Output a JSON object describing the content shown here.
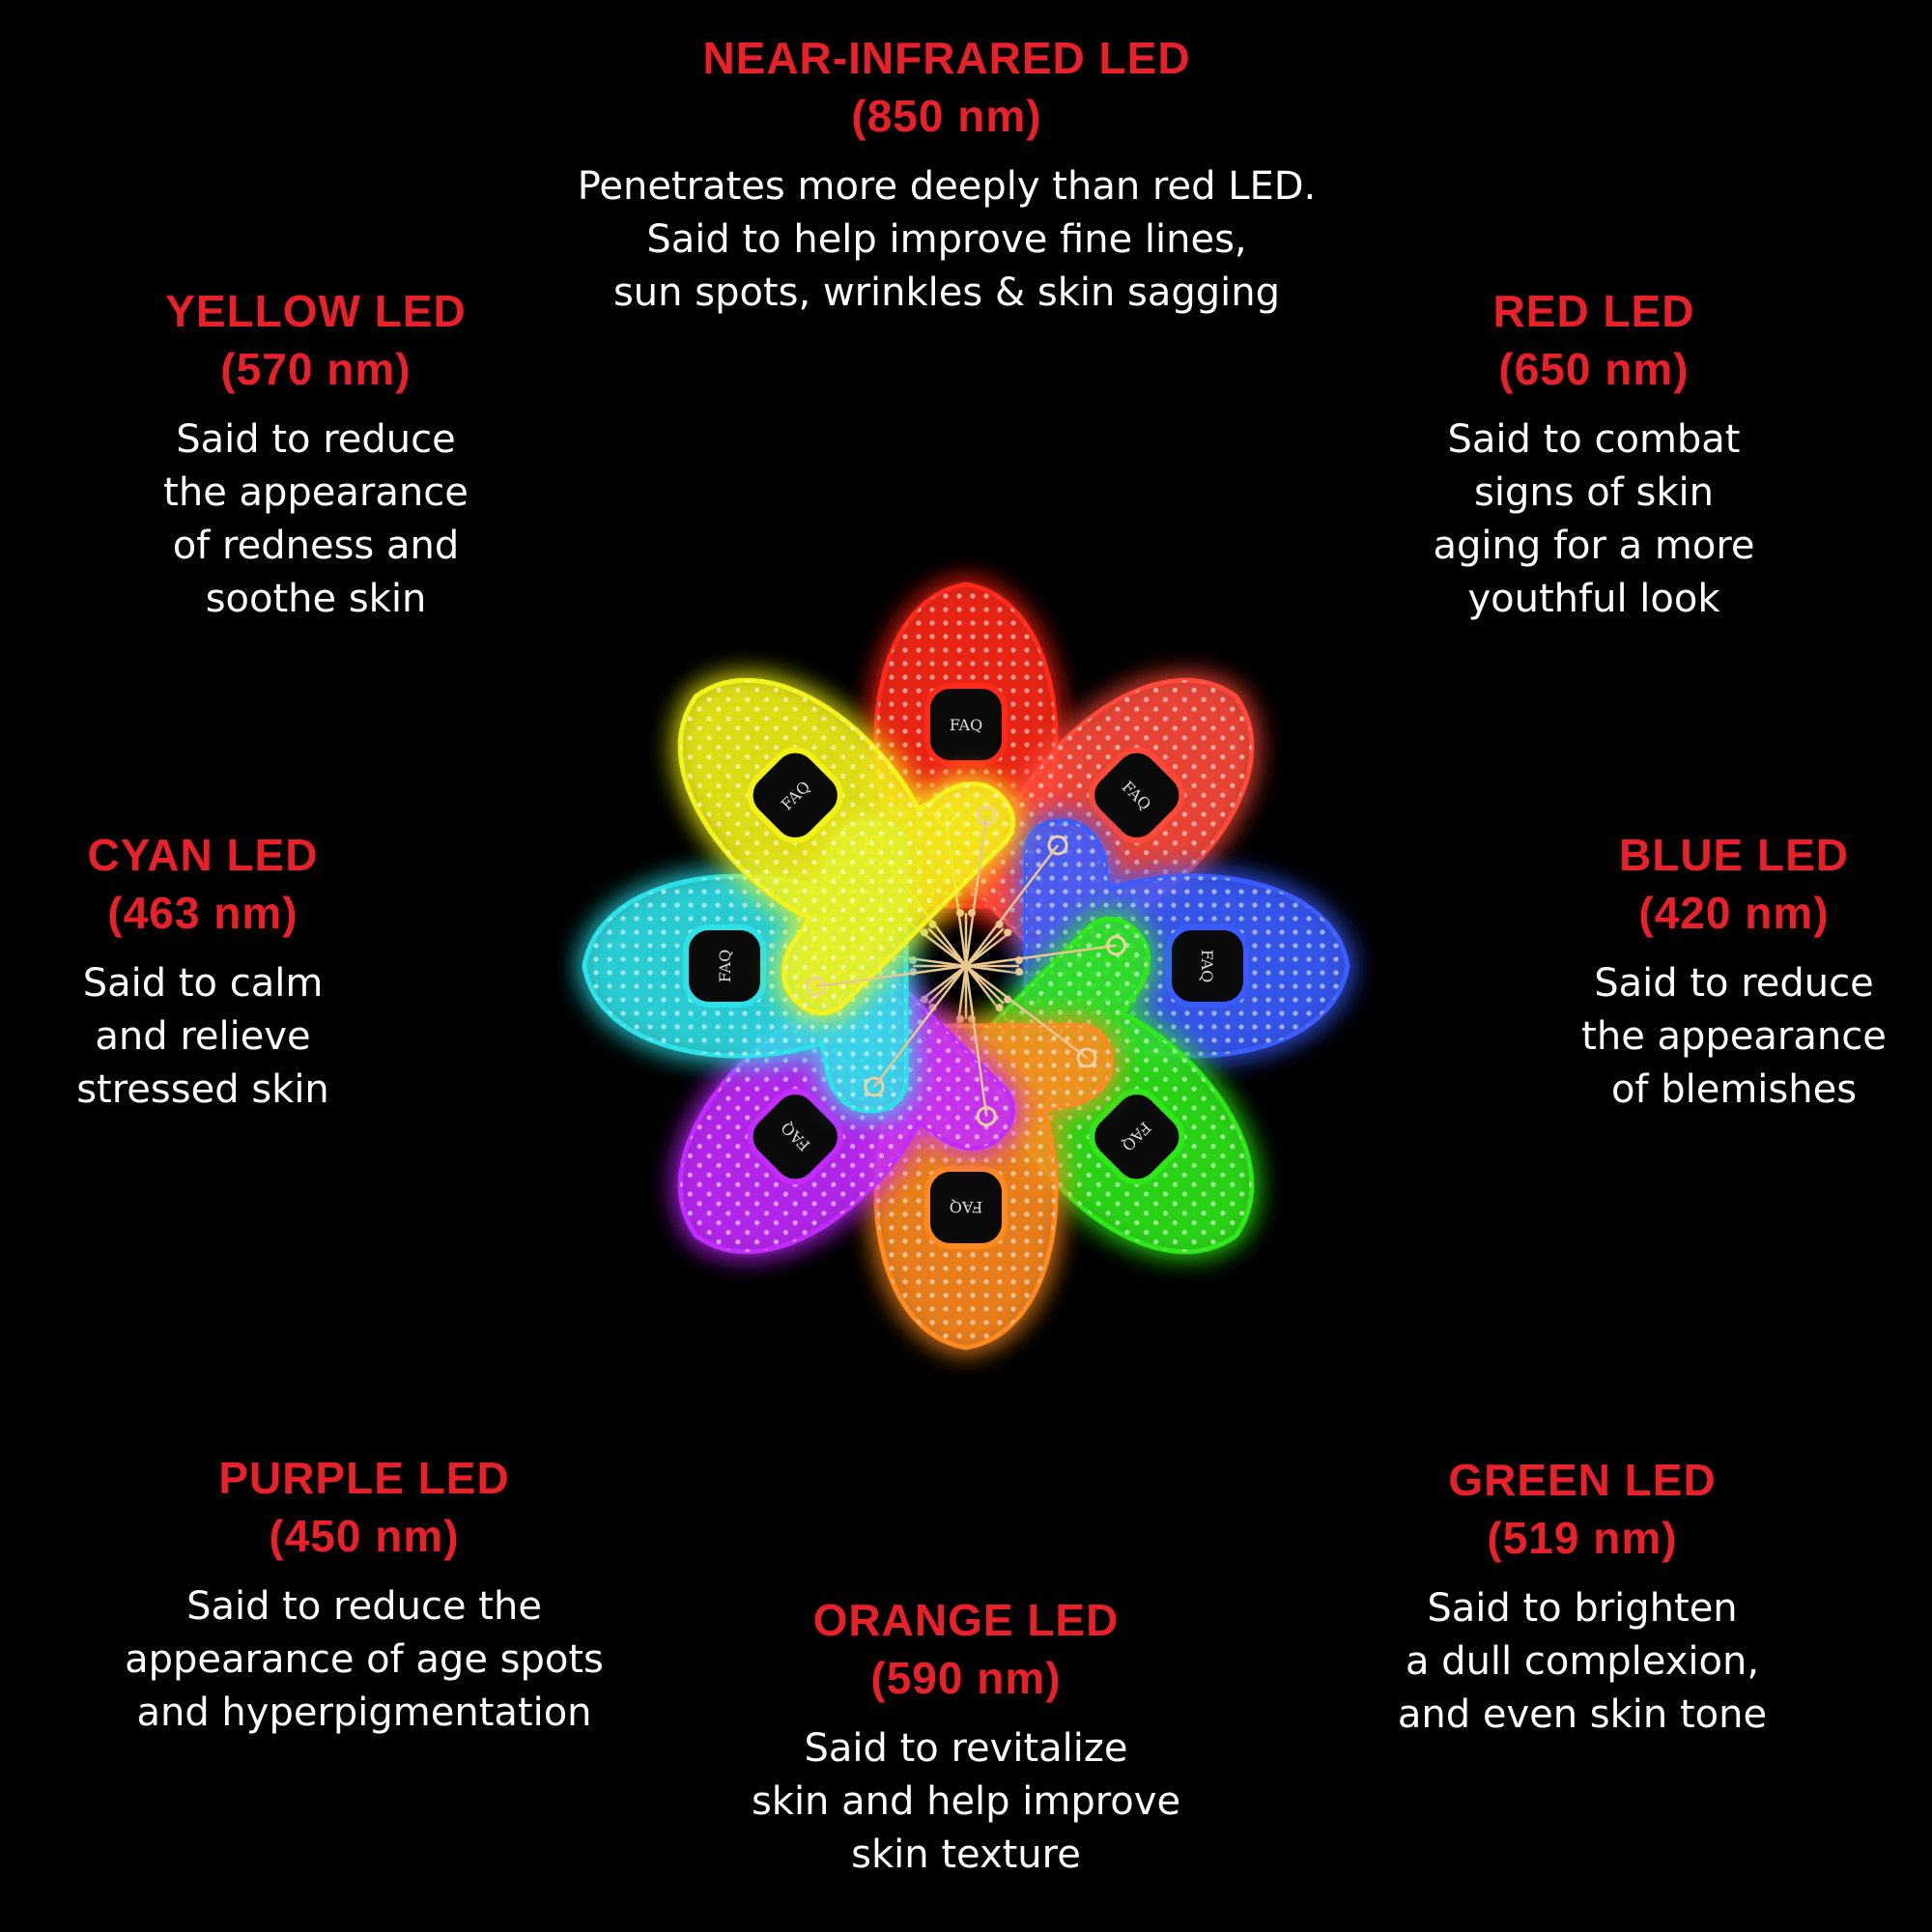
{
  "accent_color": "#e8202a",
  "leds": [
    {
      "id": "near-infrared",
      "title": "NEAR-INFRARED LED",
      "wavelength": "(850 nm)",
      "description": [
        "Penetrates more deeply than red LED.",
        "Said to help improve fine lines,",
        "sun spots, wrinkles & skin sagging"
      ],
      "color": "#ff2a1a"
    },
    {
      "id": "red",
      "title": "RED LED",
      "wavelength": "(650 nm)",
      "description": [
        "Said to combat",
        "signs of skin",
        "aging for a more",
        "youthful look"
      ],
      "color": "#ff4a3a"
    },
    {
      "id": "blue",
      "title": "BLUE LED",
      "wavelength": "(420 nm)",
      "description": [
        "Said to reduce",
        "the appearance",
        "of blemishes"
      ],
      "color": "#3a5cff"
    },
    {
      "id": "green",
      "title": "GREEN LED",
      "wavelength": "(519 nm)",
      "description": [
        "Said to brighten",
        "a dull complexion,",
        "and even skin tone"
      ],
      "color": "#2ee81a"
    },
    {
      "id": "orange",
      "title": "ORANGE LED",
      "wavelength": "(590 nm)",
      "description": [
        "Said to revitalize",
        "skin and help improve",
        "skin texture"
      ],
      "color": "#ff8a20"
    },
    {
      "id": "purple",
      "title": "PURPLE LED",
      "wavelength": "(450 nm)",
      "description": [
        "Said to reduce the",
        "appearance of age spots",
        "and hyperpigmentation"
      ],
      "color": "#c22cff"
    },
    {
      "id": "cyan",
      "title": "CYAN LED",
      "wavelength": "(463 nm)",
      "description": [
        "Said to calm",
        "and relieve",
        "stressed skin"
      ],
      "color": "#2ee0e8"
    },
    {
      "id": "yellow",
      "title": "YELLOW LED",
      "wavelength": "(570 nm)",
      "description": [
        "Said to reduce",
        "the appearance",
        "of redness and",
        "soothe skin"
      ],
      "color": "#f2f21a"
    }
  ],
  "mask_brand": "FAQ"
}
